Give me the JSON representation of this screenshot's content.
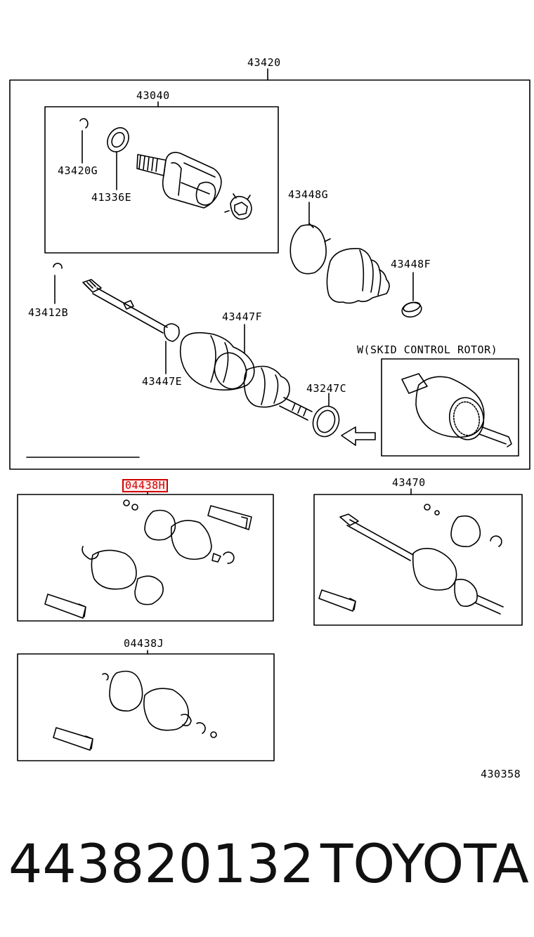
{
  "labels": {
    "assembly": "43420",
    "inboard_joint": "43040",
    "snap_ring_g": "43420G",
    "washer": "41336E",
    "clamp_g": "43448G",
    "clamp_f": "43448F",
    "ring_b": "43412B",
    "boot_f": "43447F",
    "clamp_e": "43447E",
    "seal_c": "43247C",
    "skid_rotor": "W(SKID CONTROL ROTOR)",
    "kit_h": "04438H",
    "rear_assembly": "43470",
    "kit_j": "04438J",
    "diagram_code": "430358"
  },
  "footer": {
    "part_number": "443820132",
    "brand": "TOYOTA"
  },
  "colors": {
    "ink": "#000000",
    "highlight": "#d00000"
  }
}
